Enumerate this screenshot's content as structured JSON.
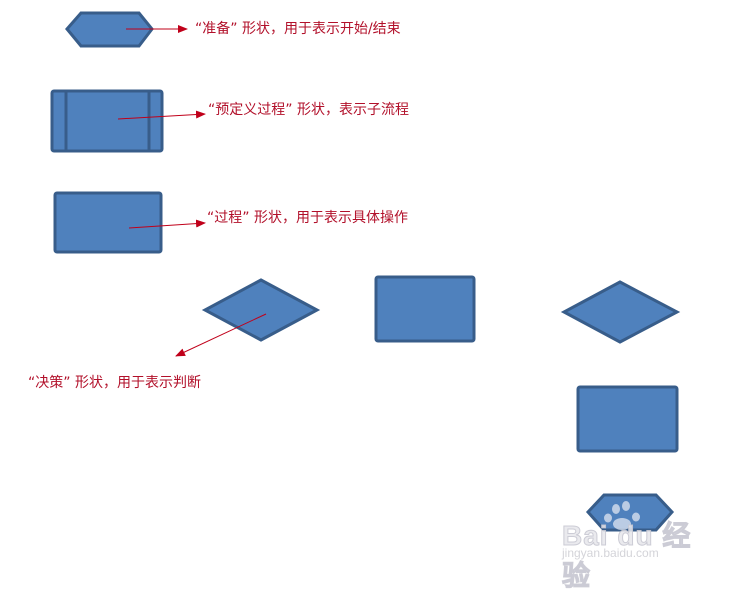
{
  "colors": {
    "shape_fill": "#4F81BD",
    "shape_stroke": "#385D8A",
    "arrow": "#C0001A",
    "label_text": "#B2102A"
  },
  "annotations": [
    {
      "id": "preparation",
      "label": "“准备” 形状，用于表示开始/结束"
    },
    {
      "id": "predefined_process",
      "label": "“预定义过程” 形状，表示子流程"
    },
    {
      "id": "process",
      "label": "“过程” 形状，用于表示具体操作"
    },
    {
      "id": "decision",
      "label": "“决策” 形状，用于表示判断"
    }
  ],
  "shapes": [
    {
      "type": "hexagon",
      "name": "preparation"
    },
    {
      "type": "predefined-process",
      "name": "predefined process"
    },
    {
      "type": "rectangle",
      "name": "process"
    },
    {
      "type": "diamond",
      "name": "decision"
    },
    {
      "type": "rectangle",
      "name": "process"
    },
    {
      "type": "diamond",
      "name": "decision"
    },
    {
      "type": "rectangle",
      "name": "process"
    },
    {
      "type": "hexagon",
      "name": "preparation"
    }
  ],
  "watermark": {
    "brand": "Bai du 经验",
    "url": "jingyan.baidu.com"
  }
}
